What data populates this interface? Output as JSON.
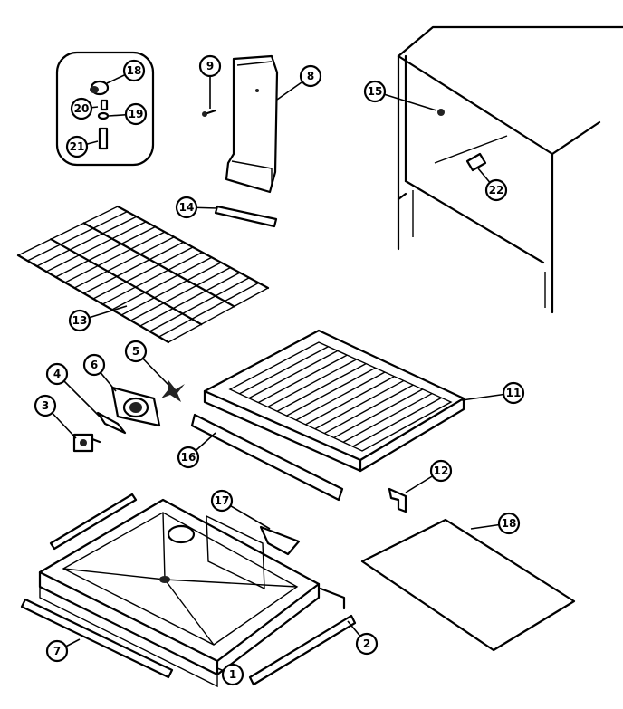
{
  "callouts": [
    {
      "id": "c18a",
      "label": "18"
    },
    {
      "id": "c20",
      "label": "20"
    },
    {
      "id": "c19",
      "label": "19"
    },
    {
      "id": "c21",
      "label": "21"
    },
    {
      "id": "c9",
      "label": "9"
    },
    {
      "id": "c8",
      "label": "8"
    },
    {
      "id": "c15",
      "label": "15"
    },
    {
      "id": "c22",
      "label": "22"
    },
    {
      "id": "c14",
      "label": "14"
    },
    {
      "id": "c13",
      "label": "13"
    },
    {
      "id": "c5",
      "label": "5"
    },
    {
      "id": "c6",
      "label": "6"
    },
    {
      "id": "c4",
      "label": "4"
    },
    {
      "id": "c3",
      "label": "3"
    },
    {
      "id": "c11",
      "label": "11"
    },
    {
      "id": "c16",
      "label": "16"
    },
    {
      "id": "c12",
      "label": "12"
    },
    {
      "id": "c17",
      "label": "17"
    },
    {
      "id": "c18b",
      "label": "18"
    },
    {
      "id": "c7",
      "label": "7"
    },
    {
      "id": "c2",
      "label": "2"
    },
    {
      "id": "c1",
      "label": "1"
    }
  ]
}
